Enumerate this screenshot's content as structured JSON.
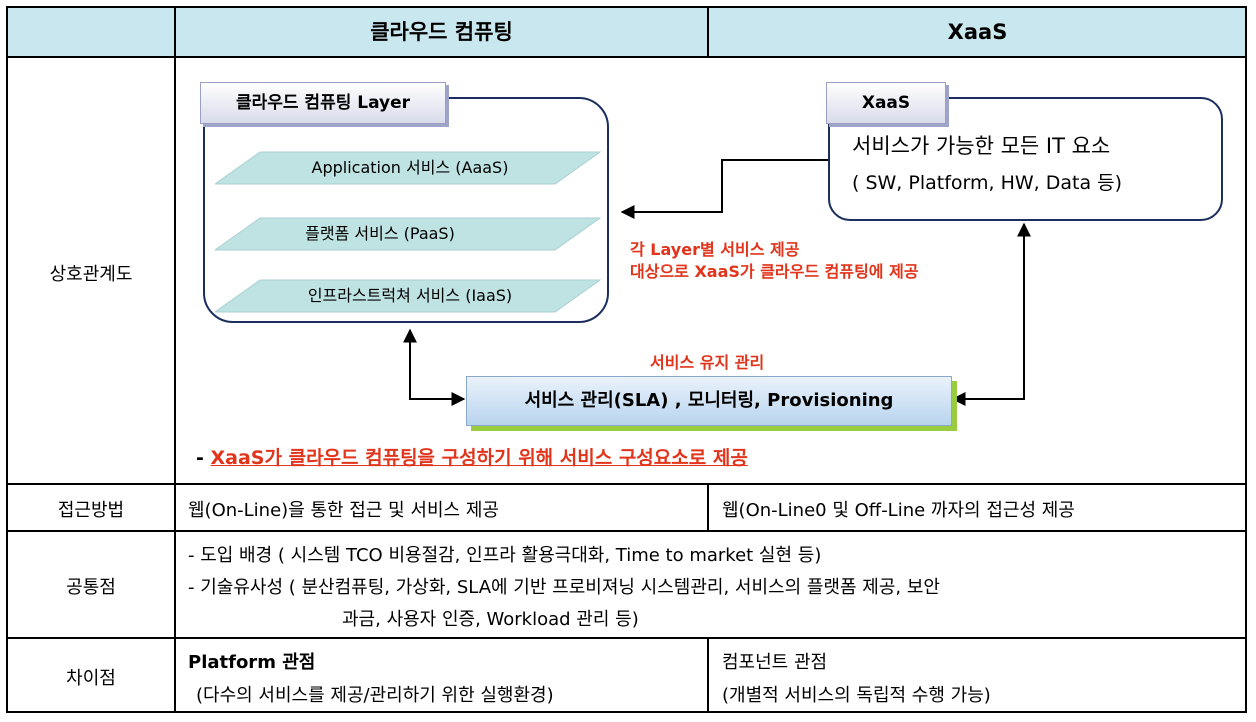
{
  "header": {
    "col1": "클라우드 컴퓨팅",
    "col2": "XaaS"
  },
  "rows": {
    "relation": {
      "label": "상호관계도",
      "layer_title": "클라우드 컴퓨팅 Layer",
      "layers": [
        "Application 서비스 (AaaS)",
        "플랫폼 서비스 (PaaS)",
        "인프라스트럭쳐 서비스 (IaaS)"
      ],
      "xaas_title": "XaaS",
      "xaas_line1": "서비스가 가능한 모든 IT 요소",
      "xaas_line2": "( SW, Platform, HW, Data 등)",
      "provide_note_1": "각 Layer별 서비스 제공",
      "provide_note_2": "대상으로 XaaS가 클라우드 컴퓨팅에 제공",
      "maintain_note": "서비스 유지 관리",
      "sla_box": "서비스 관리(SLA) , 모니터링, Provisioning",
      "summary_dash": "- ",
      "summary": "XaaS가 클라우드 컴퓨팅을 구성하기 위해 서비스 구성요소로 제공"
    },
    "access": {
      "label": "접근방법",
      "cloud": "웹(On-Line)을 통한 접근 및 서비스 제공",
      "xaas": "웹(On-Line0 및 Off-Line 까자의 접근성 제공"
    },
    "common": {
      "label": "공통점",
      "line1": "- 도입 배경 ( 시스템 TCO 비용절감, 인프라 활용극대화, Time to market 실현 등)",
      "line2": "- 기술유사성 ( 분산컴퓨팅, 가상화, SLA에 기반 프로비져닝 시스템관리, 서비스의 플랫폼 제공, 보안",
      "line3": "과금, 사용자 인증, Workload 관리 등)"
    },
    "diff": {
      "label": "차이점",
      "cloud_title": "Platform 관점",
      "cloud_desc": "(다수의 서비스를 제공/관리하기 위한 실행환경)",
      "xaas_title": "컴포넌트 관점",
      "xaas_desc": "(개별적 서비스의 독립적 수행 가능)"
    }
  },
  "colors": {
    "header_bg": "#c9e7ee",
    "box_border": "#1b2e5e",
    "note_red": "#e1341b",
    "sla_shadow": "#9acc3f",
    "layer_fill": "#bfe3e3"
  }
}
